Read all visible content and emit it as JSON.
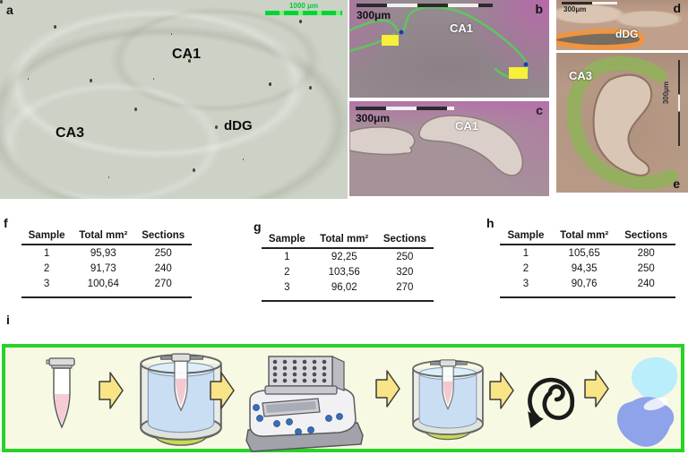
{
  "panels": {
    "a": {
      "letter": "a",
      "scale_bar": "1000 μm",
      "labels": {
        "ca1": "CA1",
        "ca3": "CA3",
        "ddg": "dDG"
      }
    },
    "b": {
      "letter": "b",
      "scale_bar": "300μm",
      "label": "CA1"
    },
    "c": {
      "letter": "c",
      "scale_bar": "300μm",
      "label": "CA1"
    },
    "d": {
      "letter": "d",
      "scale_bar": "300μm",
      "label": "dDG"
    },
    "e": {
      "letter": "e",
      "scale_bar": "300μm",
      "label": "CA3"
    },
    "f": {
      "letter": "f"
    },
    "g": {
      "letter": "g"
    },
    "h": {
      "letter": "h"
    },
    "i": {
      "letter": "i"
    }
  },
  "tables": {
    "f": {
      "headers": [
        "Sample",
        "Total mm²",
        "Sections"
      ],
      "rows": [
        [
          "1",
          "95,93",
          "250"
        ],
        [
          "2",
          "91,73",
          "240"
        ],
        [
          "3",
          "100,64",
          "270"
        ]
      ]
    },
    "g": {
      "headers": [
        "Sample",
        "Total mm²",
        "Sections"
      ],
      "rows": [
        [
          "1",
          "92,25",
          "250"
        ],
        [
          "2",
          "103,56",
          "320"
        ],
        [
          "3",
          "96,02",
          "270"
        ]
      ]
    },
    "h": {
      "headers": [
        "Sample",
        "Total mm²",
        "Sections"
      ],
      "rows": [
        [
          "1",
          "105,65",
          "280"
        ],
        [
          "2",
          "94,35",
          "250"
        ],
        [
          "3",
          "90,76",
          "240"
        ]
      ]
    }
  },
  "colors": {
    "workflow_border_green": "#28d228",
    "workflow_background": "#f7f9e3",
    "arrow_yellow": "#f9e487",
    "trace_green": "#5fc55f",
    "trace_orange": "#ef9440",
    "region_highlight_green": "#93b05c",
    "roi_marker_yellow": "#f7ef3a",
    "stain_magenta": "#c06ab4",
    "scalebar_green": "#00cc33"
  }
}
